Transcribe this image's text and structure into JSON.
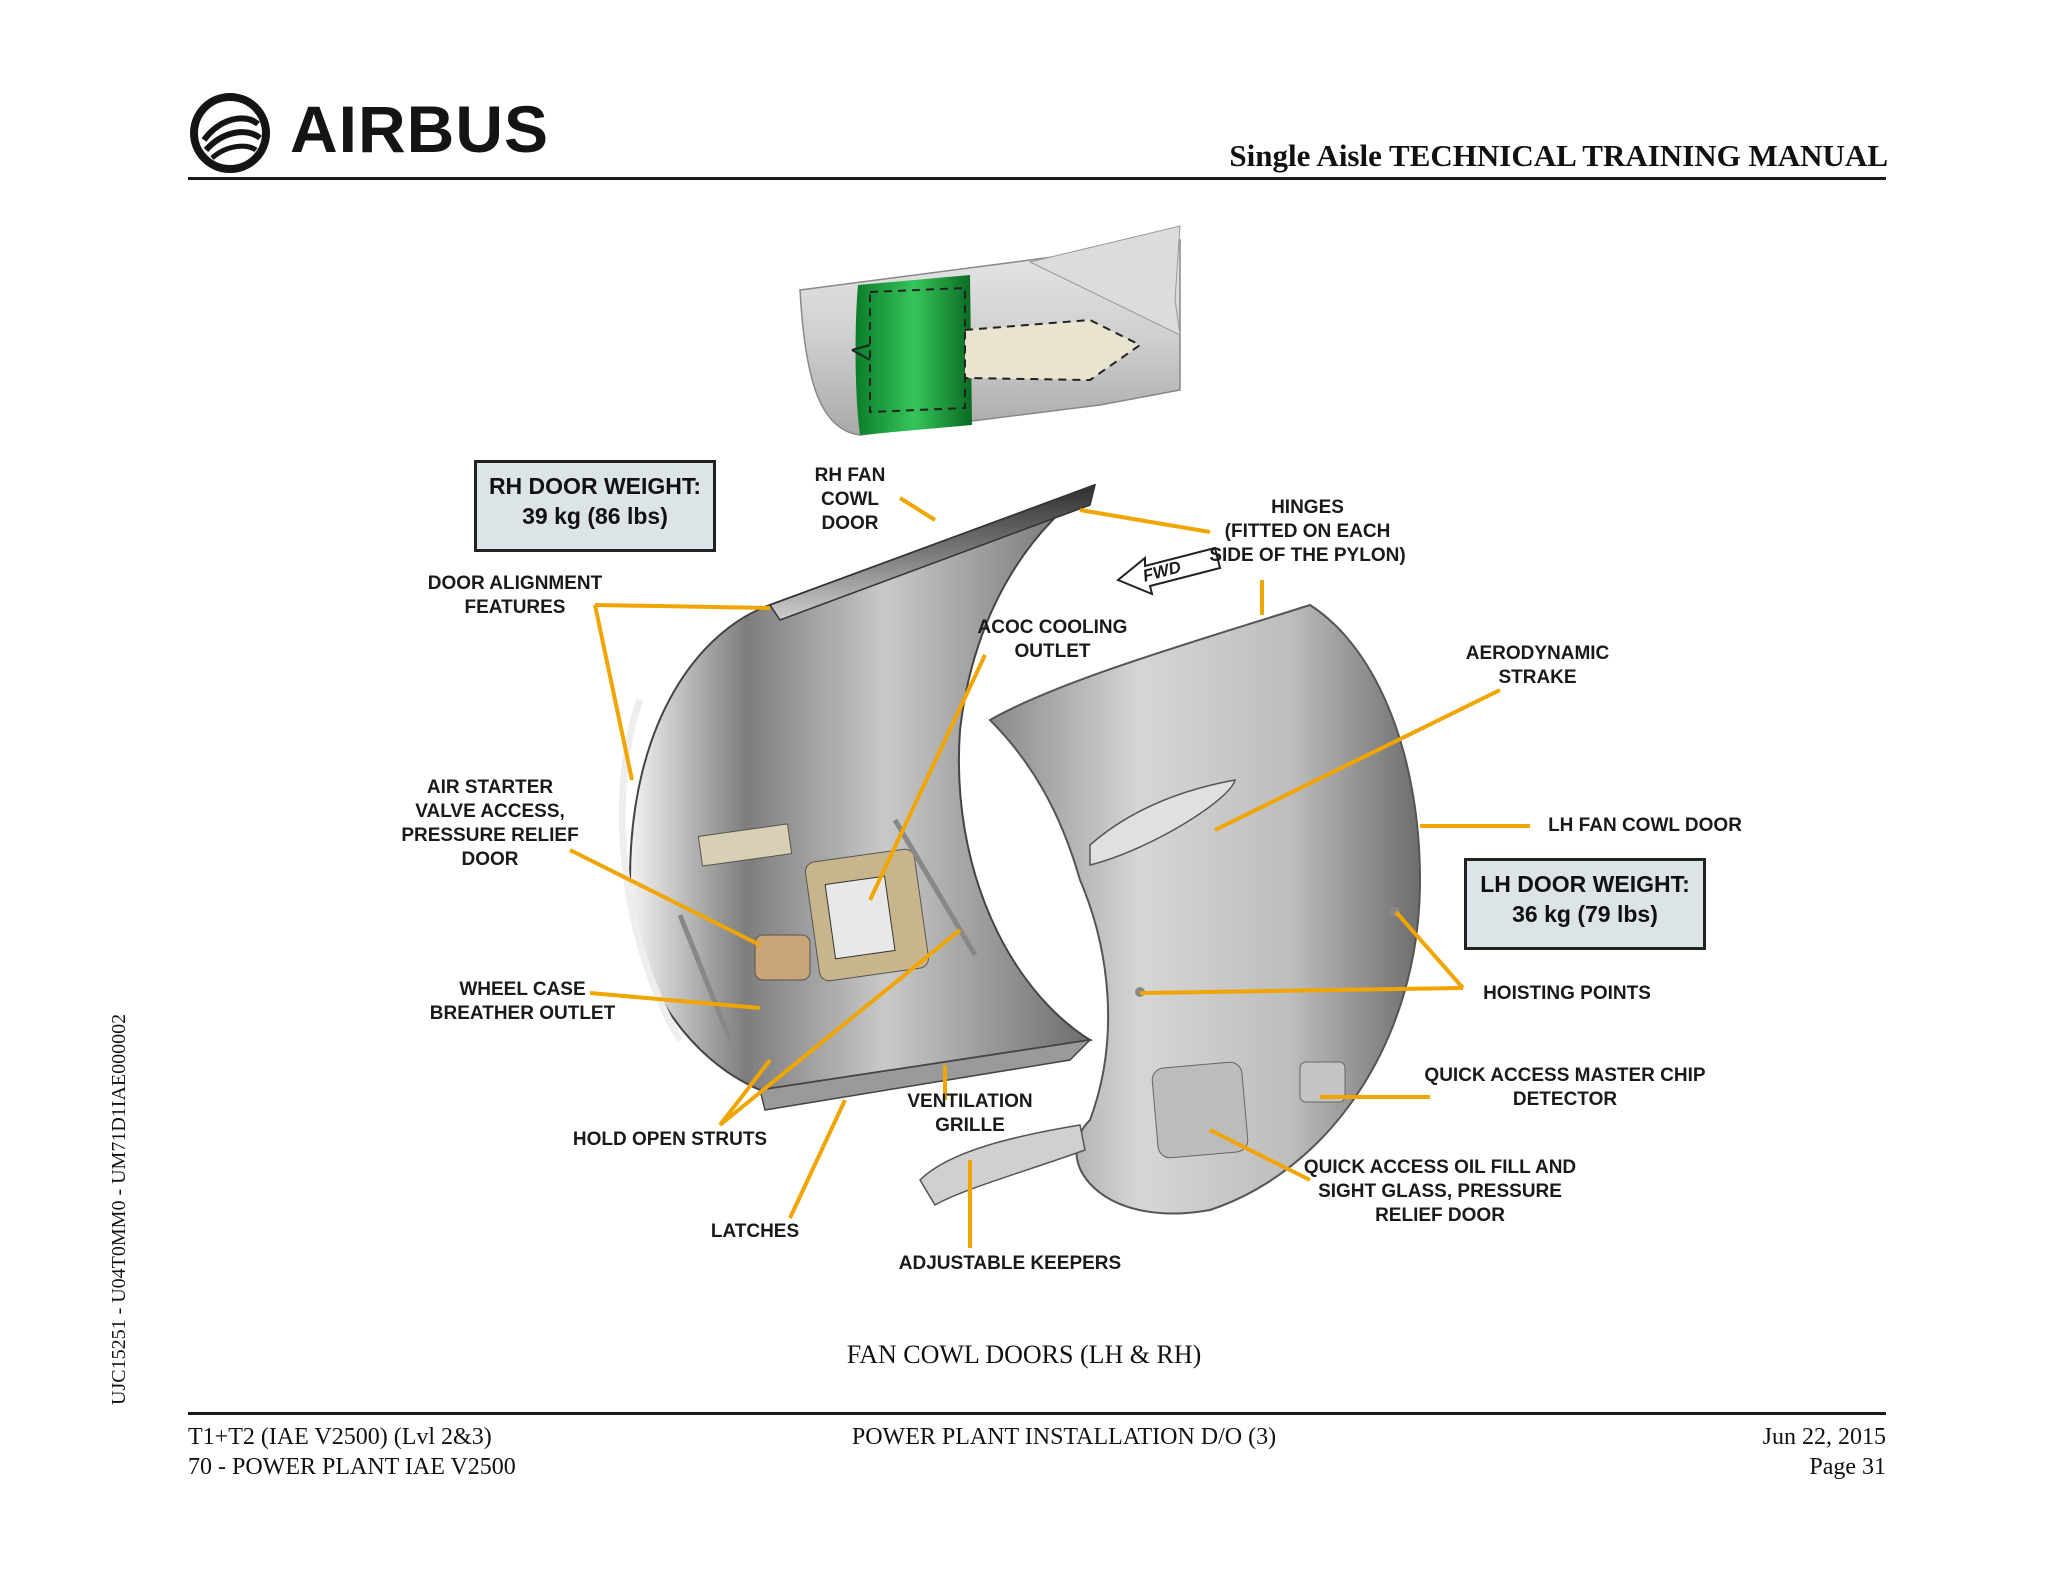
{
  "header": {
    "brand": "AIRBUS",
    "manual_title": "Single Aisle TECHNICAL TRAINING MANUAL"
  },
  "side_code": "UJC15251 - U04T0MM0 - UM71D1IAE000002",
  "diagram": {
    "callouts": {
      "rh_fan_cowl_door": "RH FAN COWL\nDOOR",
      "hinges": "HINGES\n(FITTED ON EACH\nSIDE OF THE PYLON)",
      "door_alignment_features": "DOOR ALIGNMENT\nFEATURES",
      "acoc_cooling_outlet": "ACOC COOLING\nOUTLET",
      "aerodynamic_strake": "AERODYNAMIC\nSTRAKE",
      "air_starter_valve_access": "AIR STARTER\nVALVE ACCESS,\nPRESSURE RELIEF\nDOOR",
      "lh_fan_cowl_door": "LH FAN COWL DOOR",
      "wheel_case_breather_outlet": "WHEEL CASE\nBREATHER OUTLET",
      "hoisting_points": "HOISTING POINTS",
      "quick_access_master_chip_detector": "QUICK ACCESS MASTER CHIP\nDETECTOR",
      "ventilation_grille": "VENTILATION\nGRILLE",
      "hold_open_struts": "HOLD OPEN STRUTS",
      "quick_access_oil_fill": "QUICK ACCESS OIL FILL AND\nSIGHT GLASS, PRESSURE\nRELIEF DOOR",
      "latches": "LATCHES",
      "adjustable_keepers": "ADJUSTABLE KEEPERS",
      "fwd": "FWD"
    },
    "weight_boxes": {
      "rh": "RH DOOR WEIGHT:\n39 kg (86 lbs)",
      "lh": "LH DOOR WEIGHT:\n36 kg (79 lbs)"
    },
    "leader_color": "#f0a500",
    "highlight_color": "#22b14c"
  },
  "caption": "FAN COWL DOORS (LH & RH)",
  "footer": {
    "left_line1": "T1+T2 (IAE V2500) (Lvl 2&3)",
    "left_line2": "70 - POWER PLANT IAE V2500",
    "center": "POWER PLANT INSTALLATION D/O (3)",
    "date": "Jun 22, 2015",
    "page": "Page 31"
  }
}
